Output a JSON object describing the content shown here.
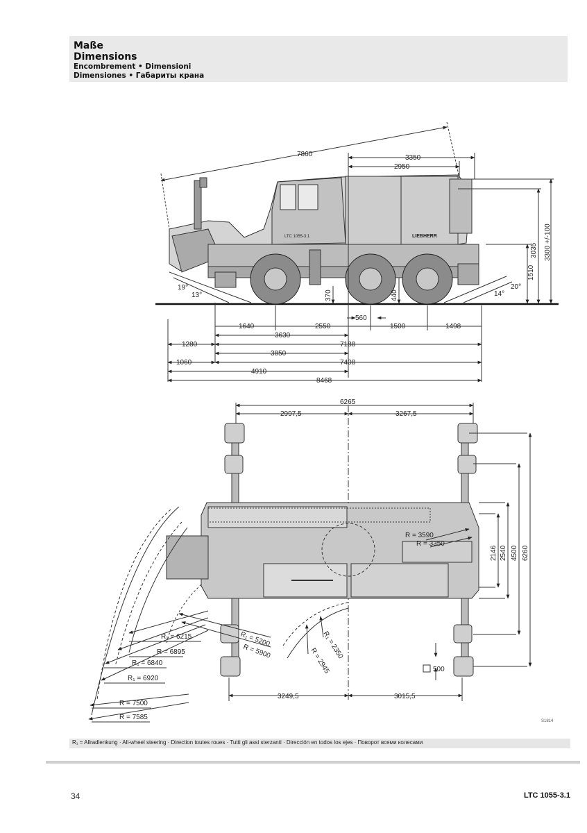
{
  "header": {
    "line1": "Maße",
    "line2": "Dimensions",
    "line3": "Encombrement • Dimensioni",
    "line4": "Dimensiones • Габариты крана"
  },
  "side_view": {
    "dims": {
      "overall_diag": "7860",
      "top_3350": "3350",
      "top_2950": "2950",
      "h_3035": "3035",
      "h_3300": "3300 +/-100",
      "h_1510": "1510",
      "a_19": "19°",
      "a_13": "13°",
      "a_14": "14°",
      "a_20": "20°",
      "g_370": "370",
      "g_440": "440",
      "d_560": "560",
      "d_1640": "1640",
      "d_2550": "2550",
      "d_1500": "1500",
      "d_1498": "1498",
      "d_3630": "3630",
      "d_1280": "1280",
      "d_7188": "7188",
      "d_3850": "3850",
      "d_1060": "1060",
      "d_7408": "7408",
      "d_4910": "4910",
      "d_8468": "8468"
    },
    "cab_text": "LTC 1055-3.1",
    "brand": "LIEBHERR"
  },
  "top_view": {
    "dims": {
      "w_6265": "6265",
      "w_2997": "2997,5",
      "w_3267": "3267,5",
      "h_2146": "2146",
      "h_2540": "2540",
      "h_4500": "4500",
      "h_6260": "6260",
      "r_3590": "R = 3590",
      "r_3350": "R = 3350",
      "r1_6215": "R₁ = 6215",
      "r_6895": "R = 6895",
      "r1_6840": "R₁ = 6840",
      "r1_6920": "R₁ = 6920",
      "r_7500": "R = 7500",
      "r_7585": "R = 7585",
      "r1_5200": "R₁ = 5200",
      "r_5900": "R = 5900",
      "r1_2350": "R₁ = 2350",
      "r_2945": "R = 2945",
      "pad_500": "500",
      "b_3249": "3249,5",
      "b_3015": "3015,5"
    }
  },
  "drawing_code": "S1814",
  "legend": "R₁ = Allradlenkung · All-wheel steering · Direction toutes roues · Tutti gli assi sterzanti · Dirección en todos los ejes · Поворот всеми колесами",
  "footer": {
    "page_number": "34",
    "model": "LTC 1055-3.1"
  }
}
